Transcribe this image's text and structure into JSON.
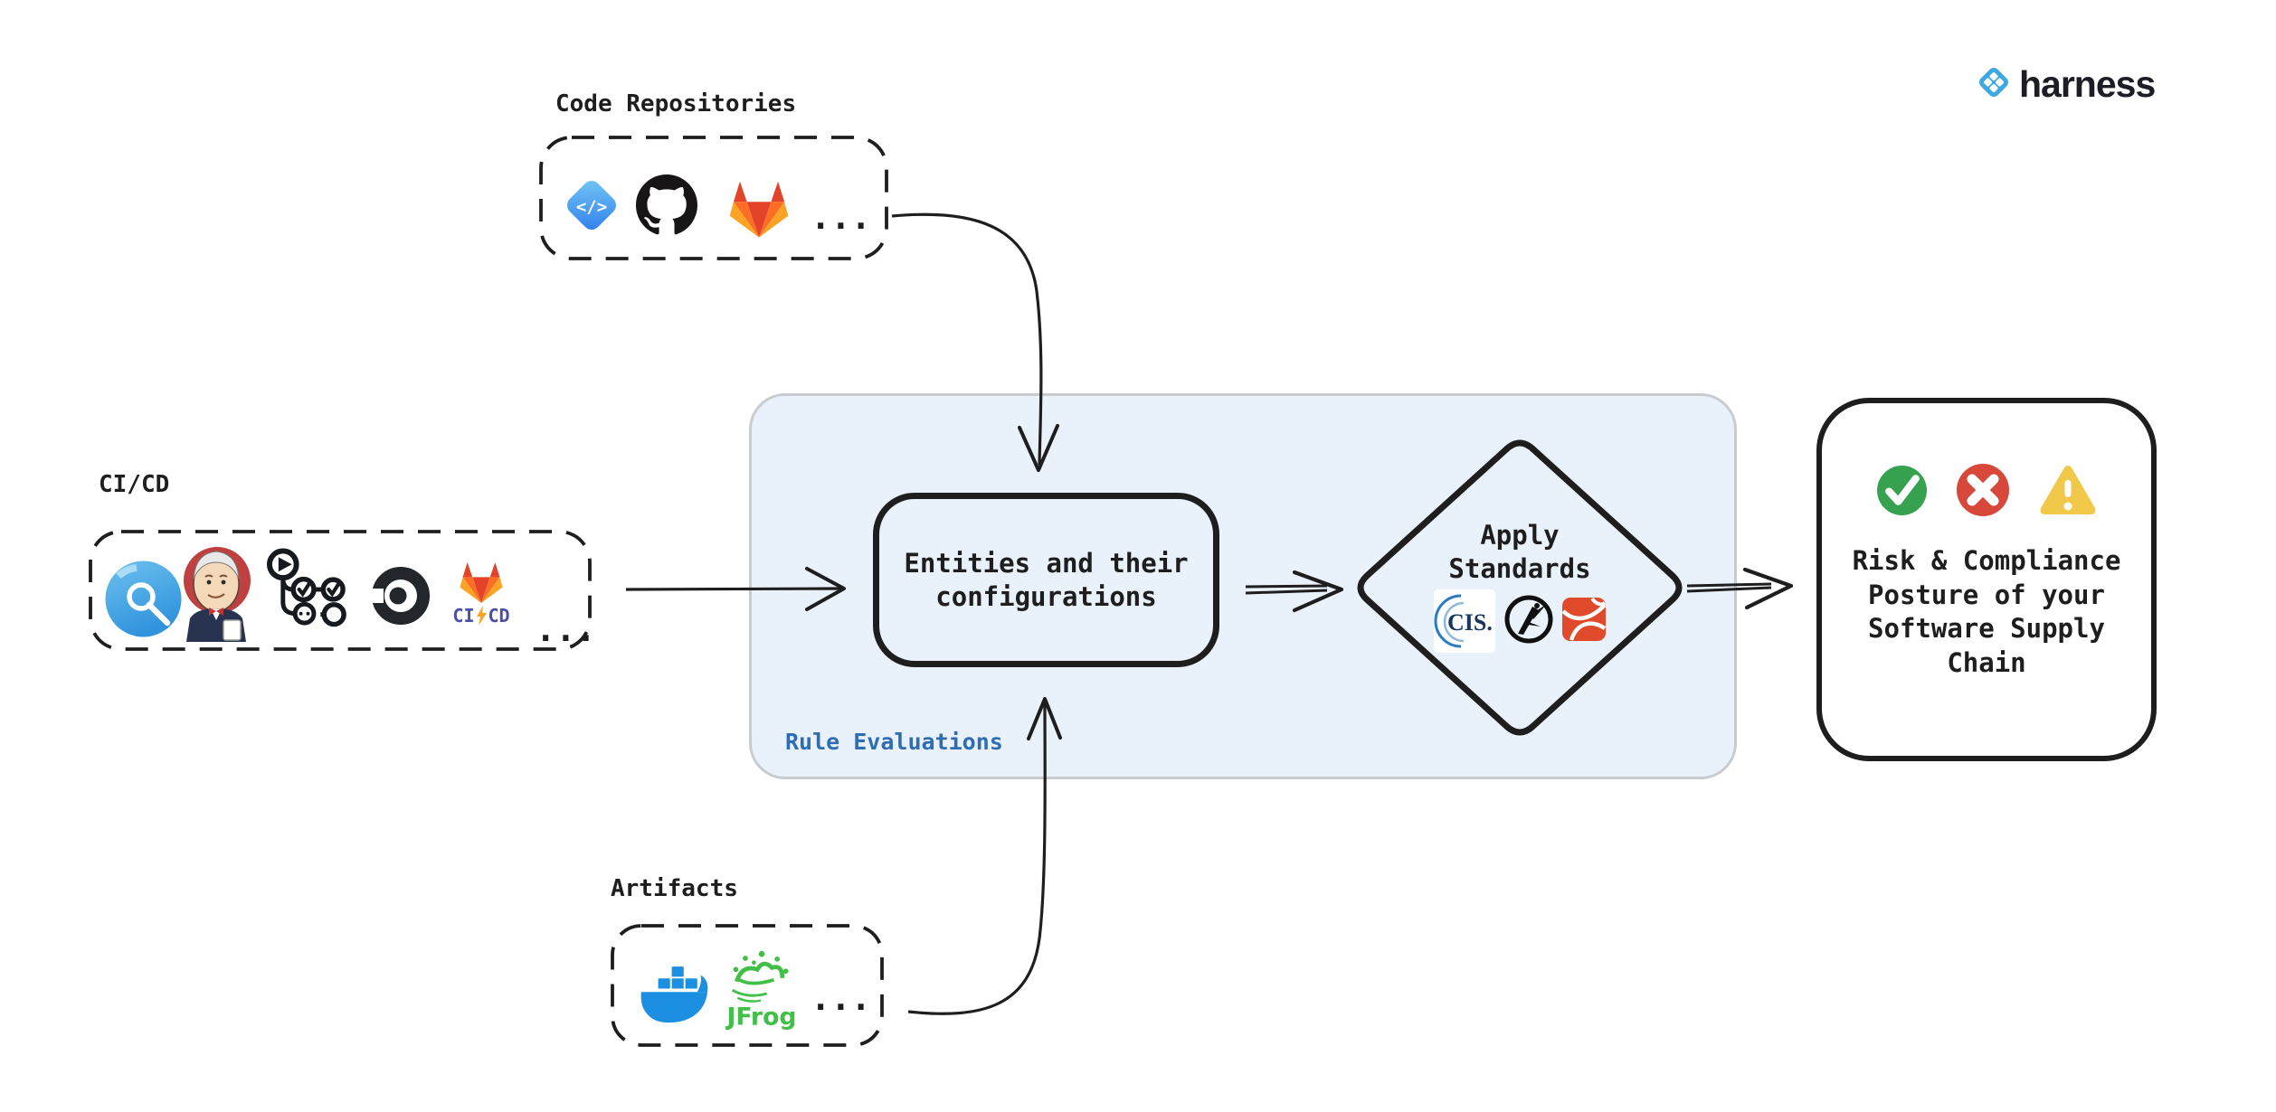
{
  "brand": {
    "name": "harness",
    "icon": "harness-logo-icon",
    "blue": "#3da9e0"
  },
  "sources": {
    "code_repositories": {
      "label": "Code Repositories",
      "icons": [
        "harness-code-icon",
        "github-icon",
        "gitlab-icon"
      ],
      "code_glyph": "</>",
      "more": "..."
    },
    "cicd": {
      "label": "CI/CD",
      "icons": [
        "harness-ci-icon",
        "jenkins-icon",
        "github-actions-icon",
        "circleci-icon",
        "gitlab-cicd-icon"
      ],
      "gitlab_ci": "CI",
      "gitlab_cd": "CD",
      "more": "..."
    },
    "artifacts": {
      "label": "Artifacts",
      "icons": [
        "docker-icon",
        "jfrog-icon"
      ],
      "jfrog_text": "JFrog",
      "more": "..."
    }
  },
  "rule_evaluations": {
    "label": "Rule Evaluations",
    "fill": "#e9f1fb",
    "accent": "#2e6db4"
  },
  "entities": {
    "line1": "Entities and their",
    "line2": "configurations"
  },
  "apply_standards": {
    "line1": "Apply",
    "line2": "Standards",
    "cis_text": "CIS.",
    "icons": [
      "cis-benchmark-icon",
      "owasp-icon",
      "standards-red-icon"
    ]
  },
  "outcome": {
    "icons": [
      "pass-check-icon",
      "fail-x-icon",
      "warning-icon"
    ],
    "lines": [
      "Risk & Compliance",
      "Posture of your",
      "Software Supply",
      "Chain"
    ]
  },
  "colors": {
    "ink": "#1e1e1e",
    "panel_fill": "#e9f1fb",
    "panel_border": "#c9ccce",
    "accent_blue": "#2e6db4"
  }
}
